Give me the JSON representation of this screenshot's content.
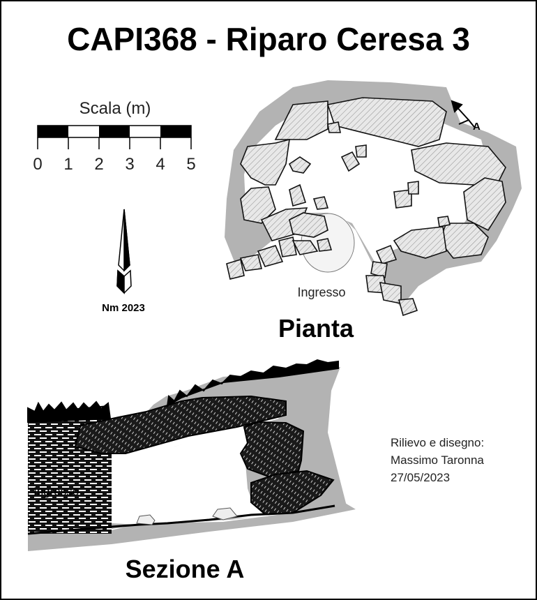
{
  "title": "CAPI368 - Riparo Ceresa 3",
  "scale": {
    "label": "Scala (m)",
    "ticks": [
      "0",
      "1",
      "2",
      "3",
      "4",
      "5"
    ]
  },
  "north": {
    "label": "Nm 2023"
  },
  "plan": {
    "title": "Pianta",
    "entrance_label": "Ingresso",
    "section_marker": "A"
  },
  "section": {
    "title": "Sezione A",
    "entrance_label": "Ingresso"
  },
  "credits": {
    "line1": "Rilievo e disegno:",
    "line2": "Massimo Taronna",
    "line3": "27/05/2023"
  },
  "colors": {
    "rock_fill": "#b3b3b3",
    "boulder_fill": "#e6e6e6",
    "dark_rock": "#1a1a1a"
  }
}
